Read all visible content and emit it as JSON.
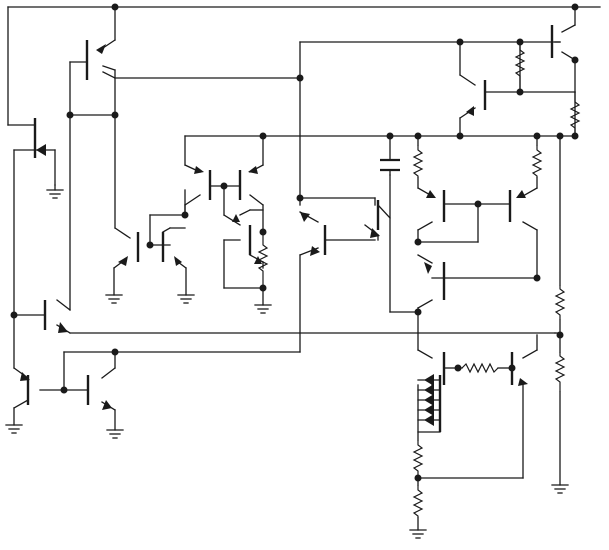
{
  "diagram": {
    "kind": "transistor-level circuit schematic",
    "colors": {
      "ink": "#1a1a1a",
      "background": "#ffffff"
    },
    "symbols": {
      "npn_transistors": 22,
      "resistors": 9,
      "capacitors": 1,
      "ground_symbols": 9,
      "emitter_diode_stack": 6
    }
  }
}
